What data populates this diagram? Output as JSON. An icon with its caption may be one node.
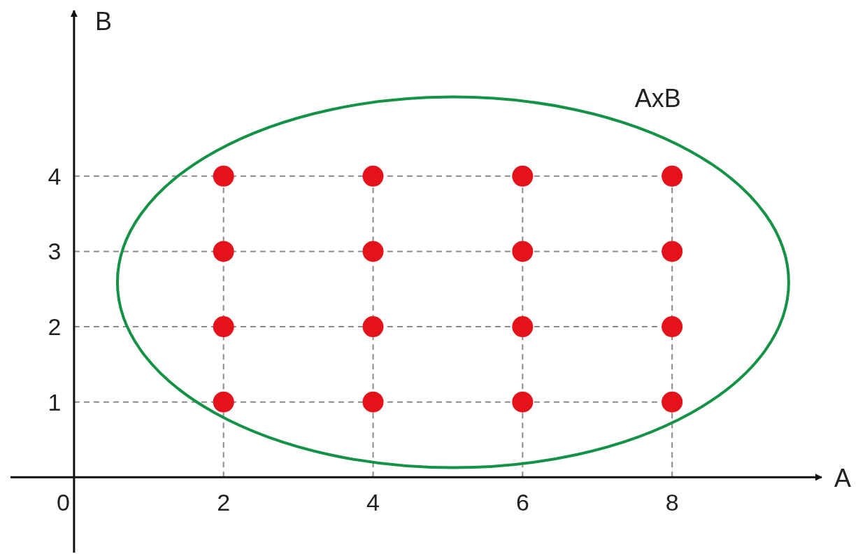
{
  "diagram": {
    "chart_data": {
      "type": "scatter",
      "xlabel": "A",
      "ylabel": "B",
      "x": [
        2,
        4,
        6,
        8,
        2,
        4,
        6,
        8,
        2,
        4,
        6,
        8,
        2,
        4,
        6,
        8
      ],
      "series": [
        {
          "color": "#e3121b",
          "values": [
            4,
            4,
            4,
            4,
            3,
            3,
            3,
            3,
            2,
            2,
            2,
            2,
            1,
            1,
            1,
            1
          ]
        }
      ],
      "xlim": [
        -0.85,
        10
      ],
      "ylim": [
        -1,
        6.2
      ],
      "xticks": [
        0,
        2,
        4,
        6,
        8
      ],
      "yticks": [
        1,
        2,
        3,
        4
      ],
      "grid": true,
      "ref_lines": [
        {
          "axis": "x",
          "value": 2
        },
        {
          "axis": "x",
          "value": 4
        },
        {
          "axis": "x",
          "value": 6
        },
        {
          "axis": "x",
          "value": 8
        }
      ],
      "annotations": [
        "AxB"
      ]
    }
  }
}
